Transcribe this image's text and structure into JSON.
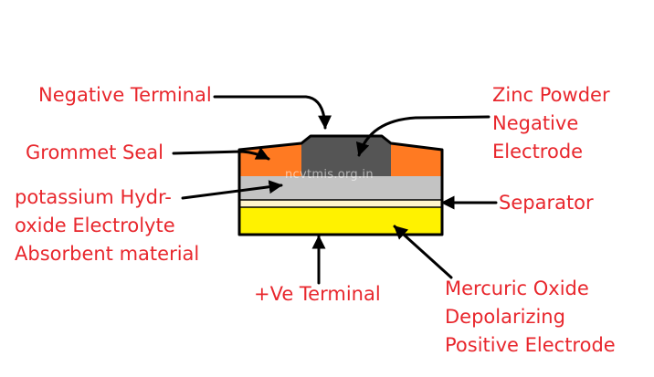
{
  "labels": {
    "negative_terminal": "Negative Terminal",
    "zinc_powder": [
      "Zinc Powder",
      "Negative",
      "Electrode"
    ],
    "grommet_seal": "Grommet Seal",
    "electrolyte": [
      "potassium Hydr-",
      "oxide Electrolyte",
      "Absorbent material"
    ],
    "separator": "Separator",
    "positive_terminal": "+Ve Terminal",
    "mercuric_oxide": [
      "Mercuric Oxide",
      "Depolarizing",
      "Positive Electrode"
    ]
  },
  "watermark": "ncvtmis.org.in",
  "colors": {
    "label_text": "#e8272d",
    "grommet_orange": "#ff7a22",
    "zinc_gray": "#555555",
    "electrolyte_gray": "#c3c3c3",
    "separator_cream": "#fff5cc",
    "mercuric_yellow": "#fff200",
    "outline": "#000000"
  }
}
